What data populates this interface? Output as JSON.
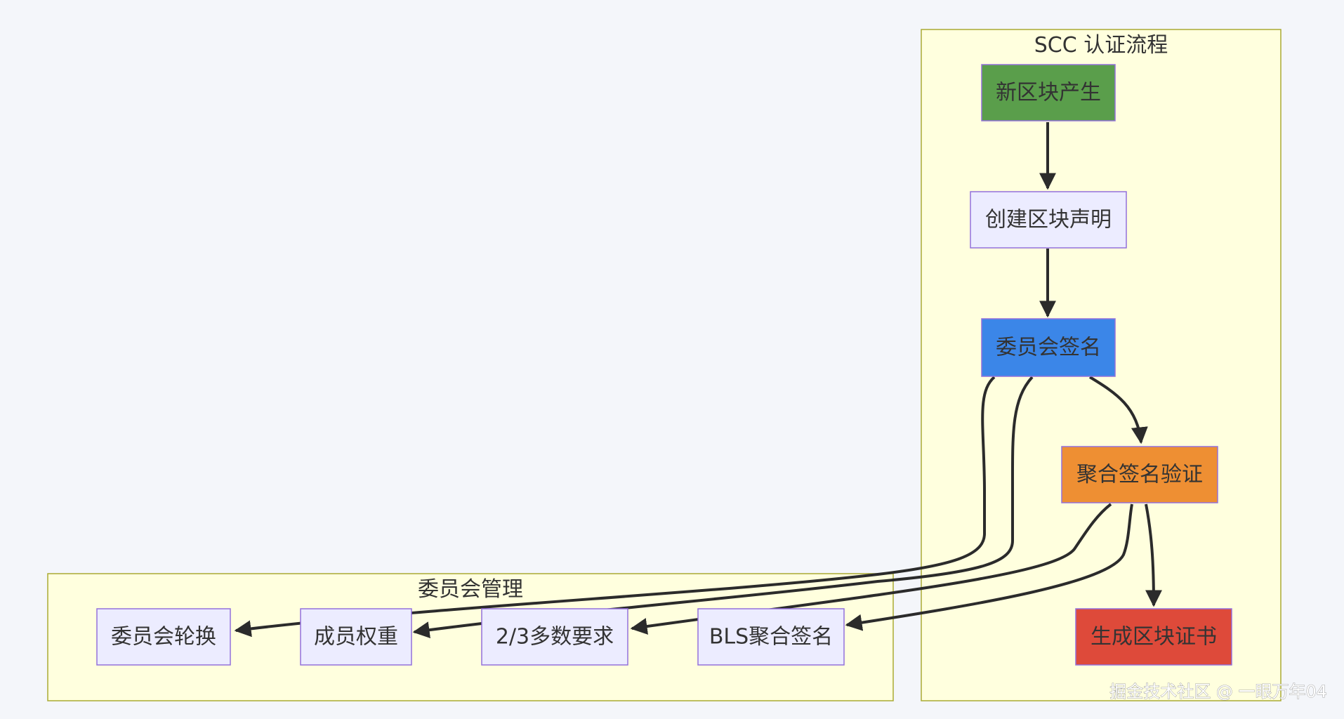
{
  "diagram": {
    "clusters": {
      "scc": {
        "title": "SCC 认证流程"
      },
      "committee": {
        "title": "委员会管理"
      }
    },
    "nodes": {
      "new_block": {
        "label": "新区块产生",
        "fill": "#5a9e4b"
      },
      "create_claim": {
        "label": "创建区块声明",
        "fill": "#ececff"
      },
      "committee_sign": {
        "label": "委员会签名",
        "fill": "#3b86e8"
      },
      "agg_verify": {
        "label": "聚合签名验证",
        "fill": "#ee8f33"
      },
      "gen_cert": {
        "label": "生成区块证书",
        "fill": "#de4a3a"
      },
      "rotation": {
        "label": "委员会轮换",
        "fill": "#ececff"
      },
      "weight": {
        "label": "成员权重",
        "fill": "#ececff"
      },
      "two_thirds": {
        "label": "2/3多数要求",
        "fill": "#ececff"
      },
      "bls": {
        "label": "BLS聚合签名",
        "fill": "#ececff"
      }
    },
    "edges": [
      {
        "from": "new_block",
        "to": "create_claim"
      },
      {
        "from": "create_claim",
        "to": "committee_sign"
      },
      {
        "from": "committee_sign",
        "to": "agg_verify"
      },
      {
        "from": "agg_verify",
        "to": "gen_cert"
      },
      {
        "from": "committee_sign",
        "to": "rotation"
      },
      {
        "from": "committee_sign",
        "to": "weight"
      },
      {
        "from": "agg_verify",
        "to": "two_thirds"
      },
      {
        "from": "agg_verify",
        "to": "bls"
      }
    ]
  },
  "watermark": "掘金技术社区 @ 一眼万年04"
}
